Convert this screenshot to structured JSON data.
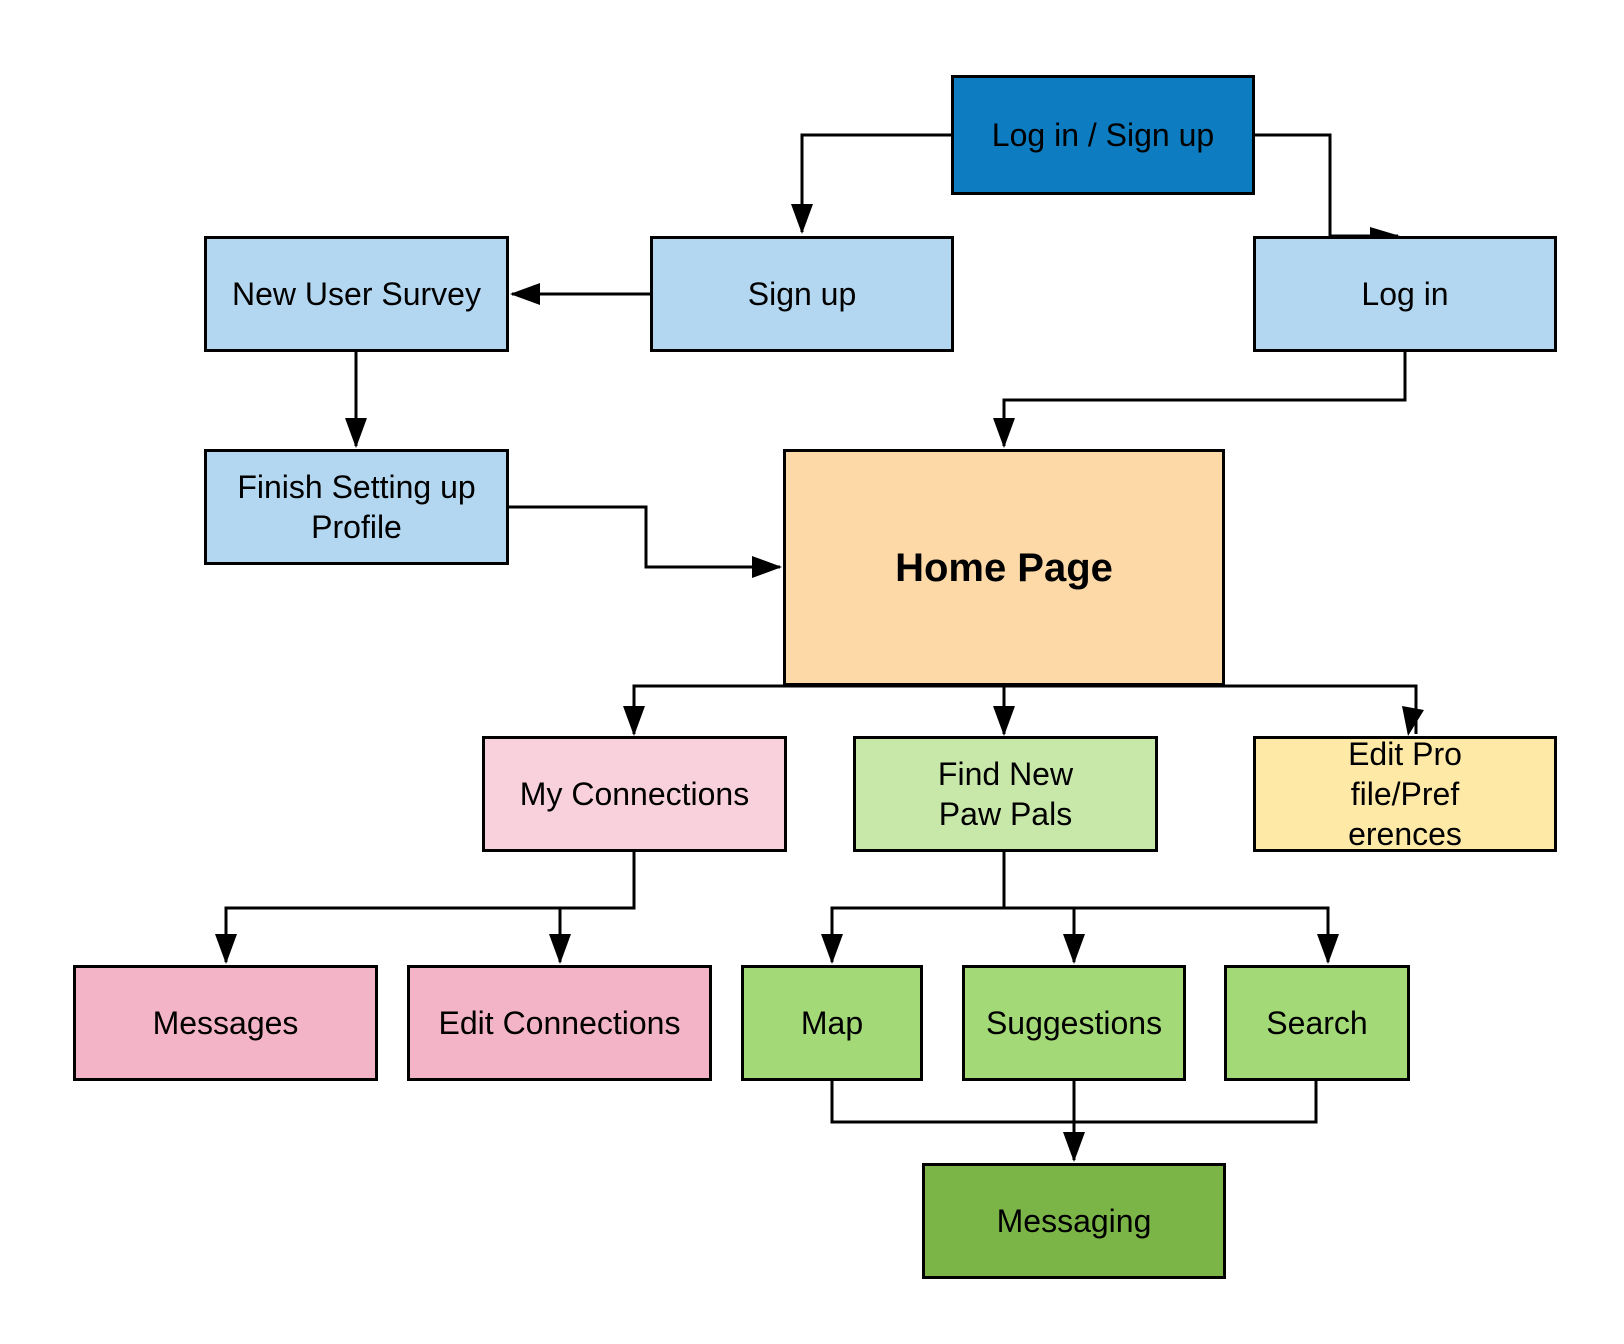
{
  "nodes": {
    "login_signup": {
      "label": "Log in / Sign up",
      "color": "#0e7cc0"
    },
    "signup": {
      "label": "Sign up",
      "color": "#b3d7f0"
    },
    "login": {
      "label": "Log in",
      "color": "#b3d7f0"
    },
    "survey": {
      "label": "New User Survey",
      "color": "#b3d7f0"
    },
    "finish_profile": {
      "label": "Finish Setting up Profile",
      "color": "#b3d7f0"
    },
    "home": {
      "label": "Home Page",
      "color": "#fdd9a8"
    },
    "my_connections": {
      "label": "My Connections",
      "color": "#f8d1dd"
    },
    "find_pals": {
      "label": "Find New Paw Pals",
      "color": "#c8e8aa"
    },
    "edit_profile": {
      "label": "Edit Profile/Preferences",
      "color": "#ffe9a6"
    },
    "messages": {
      "label": "Messages",
      "color": "#f4b4c8"
    },
    "edit_connections": {
      "label": "Edit Connections",
      "color": "#f4b4c8"
    },
    "map": {
      "label": "Map",
      "color": "#a3d977"
    },
    "suggestions": {
      "label": "Suggestions",
      "color": "#a3d977"
    },
    "search": {
      "label": "Search",
      "color": "#a3d977"
    },
    "messaging": {
      "label": "Messaging",
      "color": "#7bb547"
    }
  },
  "edges": [
    {
      "from": "login_signup",
      "to": "signup"
    },
    {
      "from": "login_signup",
      "to": "login"
    },
    {
      "from": "signup",
      "to": "survey"
    },
    {
      "from": "survey",
      "to": "finish_profile"
    },
    {
      "from": "finish_profile",
      "to": "home"
    },
    {
      "from": "login",
      "to": "home"
    },
    {
      "from": "home",
      "to": "my_connections"
    },
    {
      "from": "home",
      "to": "find_pals"
    },
    {
      "from": "home",
      "to": "edit_profile"
    },
    {
      "from": "my_connections",
      "to": "messages"
    },
    {
      "from": "my_connections",
      "to": "edit_connections"
    },
    {
      "from": "find_pals",
      "to": "map"
    },
    {
      "from": "find_pals",
      "to": "suggestions"
    },
    {
      "from": "find_pals",
      "to": "search"
    },
    {
      "from": "map",
      "to": "messaging"
    },
    {
      "from": "suggestions",
      "to": "messaging"
    },
    {
      "from": "search",
      "to": "messaging"
    }
  ]
}
